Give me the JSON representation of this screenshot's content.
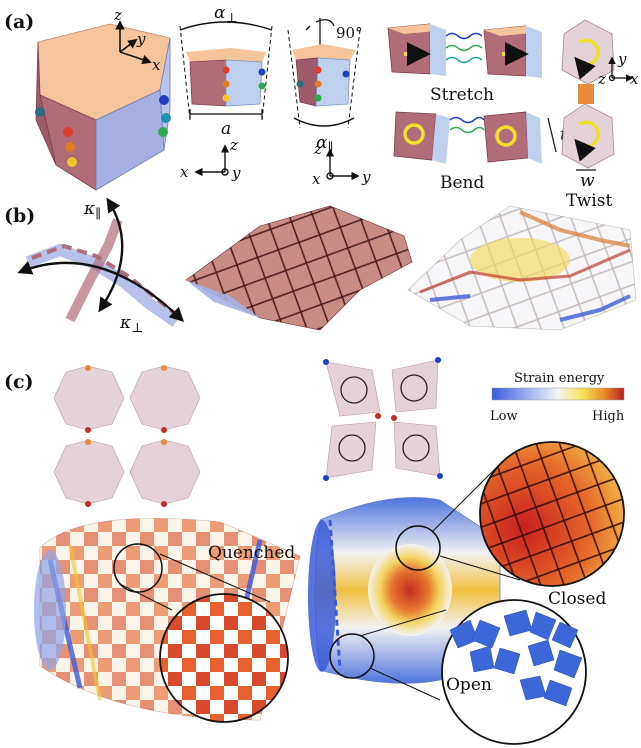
{
  "panels": {
    "a": "(a)",
    "b": "(b)",
    "c": "(c)"
  },
  "axes": {
    "x": "x",
    "y": "y",
    "z": "z"
  },
  "panel_a": {
    "alpha_perp": "α",
    "alpha_perp_sub": "⊥",
    "alpha_par": "α",
    "alpha_par_sub": "∥",
    "side_a": "a",
    "rotation": "90°",
    "stretch": "Stretch",
    "bend": "Bend",
    "twist": "Twist",
    "thickness": "t",
    "width": "w"
  },
  "panel_b": {
    "kappa_par": "κ",
    "kappa_par_sub": "∥",
    "kappa_perp": "κ",
    "kappa_perp_sub": "⊥"
  },
  "panel_c": {
    "colorbar_title": "Strain energy",
    "colorbar_low": "Low",
    "colorbar_high": "High",
    "quenched": "Quenched",
    "closed": "Closed",
    "open": "Open"
  },
  "colors": {
    "tile": "#e3d2d8",
    "tile_top": "#f7c79e",
    "tile_side_blue": "#a9b4e3",
    "tile_side_red": "#b8707c",
    "low": "#3c5bd8",
    "high": "#b51f1f"
  }
}
